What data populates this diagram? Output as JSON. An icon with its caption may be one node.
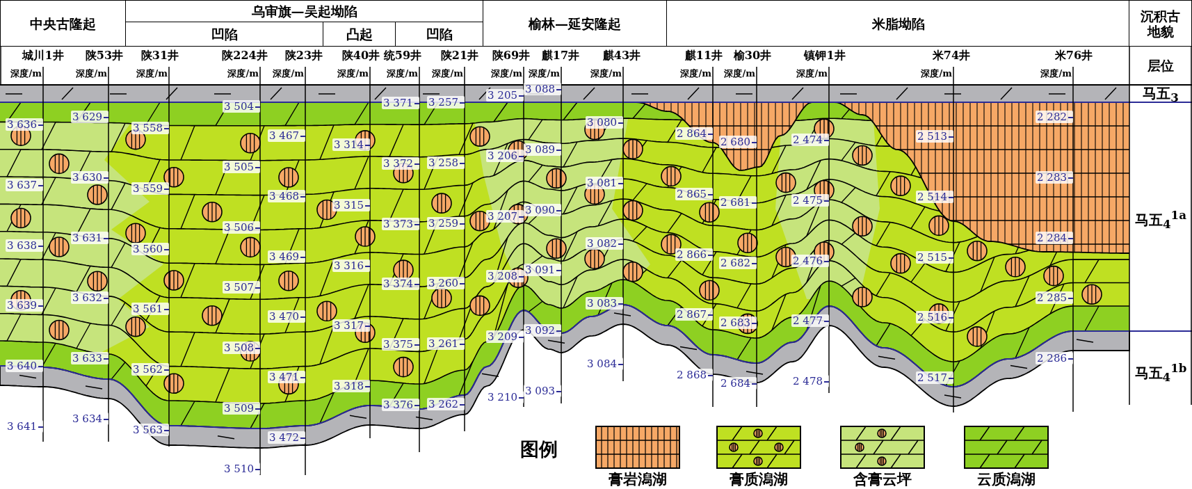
{
  "diagram": {
    "labels": [
      "中央古隆起",
      "乌审旗—吴起坳陷",
      "榆林—延安隆起",
      "米脂坳陷",
      "沉积古地貌",
      "凹陷",
      "凸起",
      "凹陷",
      "城川1井",
      "陕53井",
      "陕31井",
      "陕224井",
      "陕23井",
      "陕40井",
      "统59井",
      "陕21井",
      "陕69井",
      "麒17井",
      "麒43井",
      "麒11井",
      "榆30井",
      "镇钾1井",
      "米74井",
      "米76井",
      "层位",
      "深度/m",
      "深度/m",
      "深度/m",
      "深度/m",
      "深度/m",
      "深度/m",
      "深度/m",
      "深度/m",
      "深度/m",
      "深度/m",
      "深度/m",
      "深度/m",
      "深度/m",
      "深度/m",
      "深度/m",
      "深度/m",
      "3 636",
      "3 637",
      "3 638",
      "3 639",
      "3 640",
      "3 641",
      "3 629",
      "3 630",
      "3 631",
      "3 632",
      "3 633",
      "3 634",
      "3 558",
      "3 559",
      "3 560",
      "3 561",
      "3 562",
      "3 563",
      "3 504",
      "3 505",
      "3 506",
      "3 507",
      "3 508",
      "3 509",
      "3 510",
      "3 467",
      "3 468",
      "3 469",
      "3 470",
      "3 471",
      "3 472",
      "3 314",
      "3 315",
      "3 316",
      "3 317",
      "3 318",
      "3 371",
      "3 372",
      "3 373",
      "3 374",
      "3 375",
      "3 376",
      "3 257",
      "3 258",
      "3 259",
      "3 260",
      "3 261",
      "3 262",
      "3 205",
      "3 206",
      "3 207",
      "3 208",
      "3 209",
      "3 210",
      "3 088",
      "3 089",
      "3 090",
      "3 091",
      "3 092",
      "3 093",
      "3 080",
      "3 081",
      "3 082",
      "3 083",
      "3 084",
      "2 864",
      "2 865",
      "2 866",
      "2 867",
      "2 868",
      "2 680",
      "2 681",
      "2 682",
      "2 683",
      "2 684",
      "2 474",
      "2 475",
      "2 476",
      "2 477",
      "2 478",
      "2 513",
      "2 514",
      "2 515",
      "2 516",
      "2 517",
      "2 282",
      "2 283",
      "2 284",
      "2 285",
      "2 286",
      "马五$_{3}$",
      "马五$_{4}$$^{1a}$",
      "马五$_{4}$$^{1b}$",
      "图例"
    ],
    "legend": [
      {
        "text": "膏岩潟湖"
      },
      {
        "text": "膏质潟湖"
      },
      {
        "text": "含膏云坪"
      },
      {
        "text": "云质潟湖"
      }
    ]
  }
}
